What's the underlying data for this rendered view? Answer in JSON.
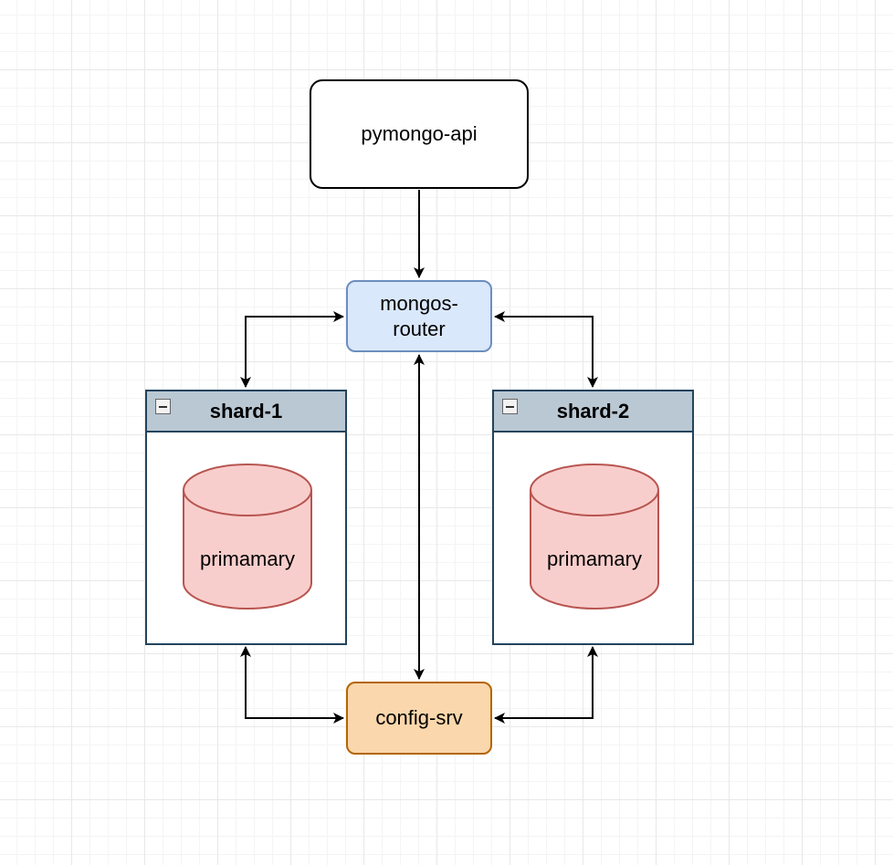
{
  "nodes": {
    "api": {
      "label": "pymongo-api"
    },
    "router": {
      "label_line1": "mongos-",
      "label_line2": "router"
    },
    "config": {
      "label": "config-srv"
    },
    "shard1": {
      "title": "shard-1",
      "db_label": "primamary"
    },
    "shard2": {
      "title": "shard-2",
      "db_label": "primamary"
    }
  },
  "colors": {
    "router_fill": "#dae8fc",
    "router_stroke": "#6c8ebf",
    "config_fill": "#fad7ac",
    "config_stroke": "#b46504",
    "shard_header_fill": "#bac8d3",
    "shard_stroke": "#23445d",
    "db_fill": "#f8cecc",
    "db_stroke": "#b85450"
  }
}
